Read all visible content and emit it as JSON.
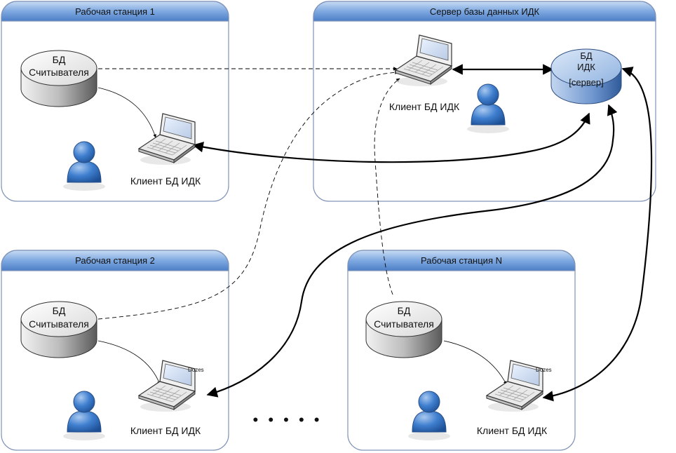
{
  "panels": [
    {
      "id": "ws1",
      "title": "Рабочая станция 1"
    },
    {
      "id": "server",
      "title": "Сервер базы данных ИДК"
    },
    {
      "id": "ws2",
      "title": "Рабочая станция 2"
    },
    {
      "id": "wsn",
      "title": "Рабочая станция N"
    }
  ],
  "nodes": {
    "reader_db_line1": "БД",
    "reader_db_line2": "Считывателя",
    "server_db_line1": "БД",
    "server_db_line2": "ИДК",
    "server_db_line3": "[сервер]",
    "client_label": "Клиент БД ИДК",
    "laptop_screen_text": "Dozes"
  },
  "ellipsis": "• • • • •",
  "colors": {
    "panel_header": "#5b8fd1",
    "panel_border": "#7f93b8",
    "user_blue": "#3f7fcf",
    "server_db": "#8fb2e0"
  }
}
